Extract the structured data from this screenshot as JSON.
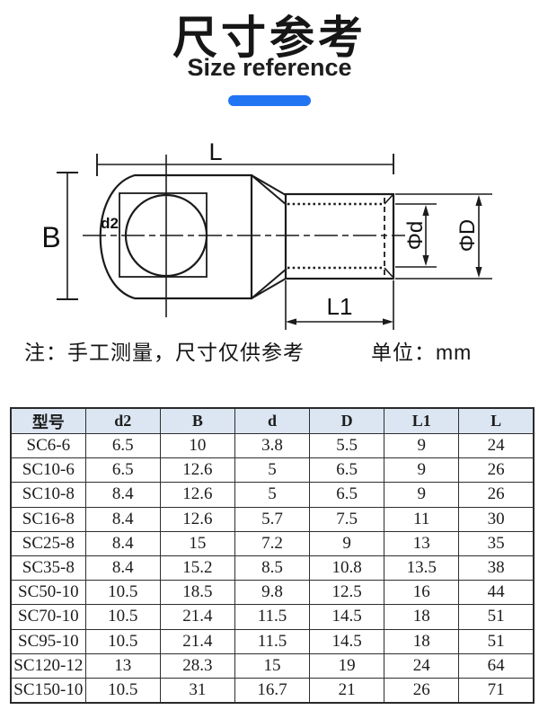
{
  "header": {
    "title": "尺寸参考",
    "subtitle": "Size reference"
  },
  "accent_color": "#2175f3",
  "diagram": {
    "labels": {
      "L": "L",
      "B": "B",
      "d2": "d2",
      "phi_d": "Φd",
      "phi_D": "ΦD",
      "L1": "L1"
    }
  },
  "note": {
    "text": "注：手工测量，尺寸仅供参考",
    "unit": "单位：mm"
  },
  "table": {
    "headers": [
      "型号",
      "d2",
      "B",
      "d",
      "D",
      "L1",
      "L"
    ],
    "rows": [
      [
        "SC6-6",
        "6.5",
        "10",
        "3.8",
        "5.5",
        "9",
        "24"
      ],
      [
        "SC10-6",
        "6.5",
        "12.6",
        "5",
        "6.5",
        "9",
        "26"
      ],
      [
        "SC10-8",
        "8.4",
        "12.6",
        "5",
        "6.5",
        "9",
        "26"
      ],
      [
        "SC16-8",
        "8.4",
        "12.6",
        "5.7",
        "7.5",
        "11",
        "30"
      ],
      [
        "SC25-8",
        "8.4",
        "15",
        "7.2",
        "9",
        "13",
        "35"
      ],
      [
        "SC35-8",
        "8.4",
        "15.2",
        "8.5",
        "10.8",
        "13.5",
        "38"
      ],
      [
        "SC50-10",
        "10.5",
        "18.5",
        "9.8",
        "12.5",
        "16",
        "44"
      ],
      [
        "SC70-10",
        "10.5",
        "21.4",
        "11.5",
        "14.5",
        "18",
        "51"
      ],
      [
        "SC95-10",
        "10.5",
        "21.4",
        "11.5",
        "14.5",
        "18",
        "51"
      ],
      [
        "SC120-12",
        "13",
        "28.3",
        "15",
        "19",
        "24",
        "64"
      ],
      [
        "SC150-10",
        "10.5",
        "31",
        "16.7",
        "21",
        "26",
        "71"
      ]
    ]
  }
}
